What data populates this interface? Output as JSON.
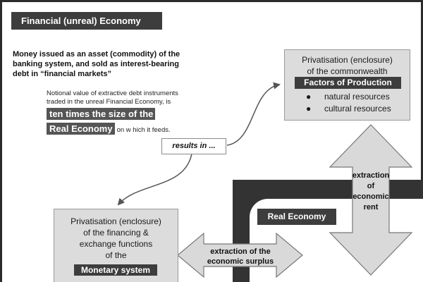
{
  "title": "Financial (unreal) Economy",
  "money_text": {
    "line1": "Money issued as an asset (commodity) of the",
    "line2": "banking system, and sold as interest-bearing",
    "line3": "debt in “financial markets”"
  },
  "notional": {
    "line1": "Notional value of extractive debt instruments",
    "line2": "traded in the unreal Financial Economy, is",
    "highlight1": "ten times the size of the",
    "highlight2": "Real Economy",
    "tail": "on w hich it feeds."
  },
  "results_label": "results in ...",
  "factors": {
    "line1": "Privatisation (enclosure)",
    "line2": "of the commonwealth",
    "header": "Factors of Production",
    "items": [
      "natural resources",
      "cultural resources"
    ]
  },
  "vertical_arrow": {
    "line1": "extraction",
    "line2": "of",
    "line3": "economic",
    "line4": "rent"
  },
  "real_economy_label": "Real Economy",
  "monetary": {
    "line1": "Privatisation (enclosure)",
    "line2": "of the financing &",
    "line3": "exchange functions",
    "line4": "of the",
    "header": "Monetary system"
  },
  "horizontal_arrow": {
    "line1": "extraction of the",
    "line2": "economic surplus"
  },
  "colors": {
    "dark": "#3d3d3d",
    "box_fill": "#dcdcdc",
    "arrow_fill": "#d9d9d9"
  }
}
